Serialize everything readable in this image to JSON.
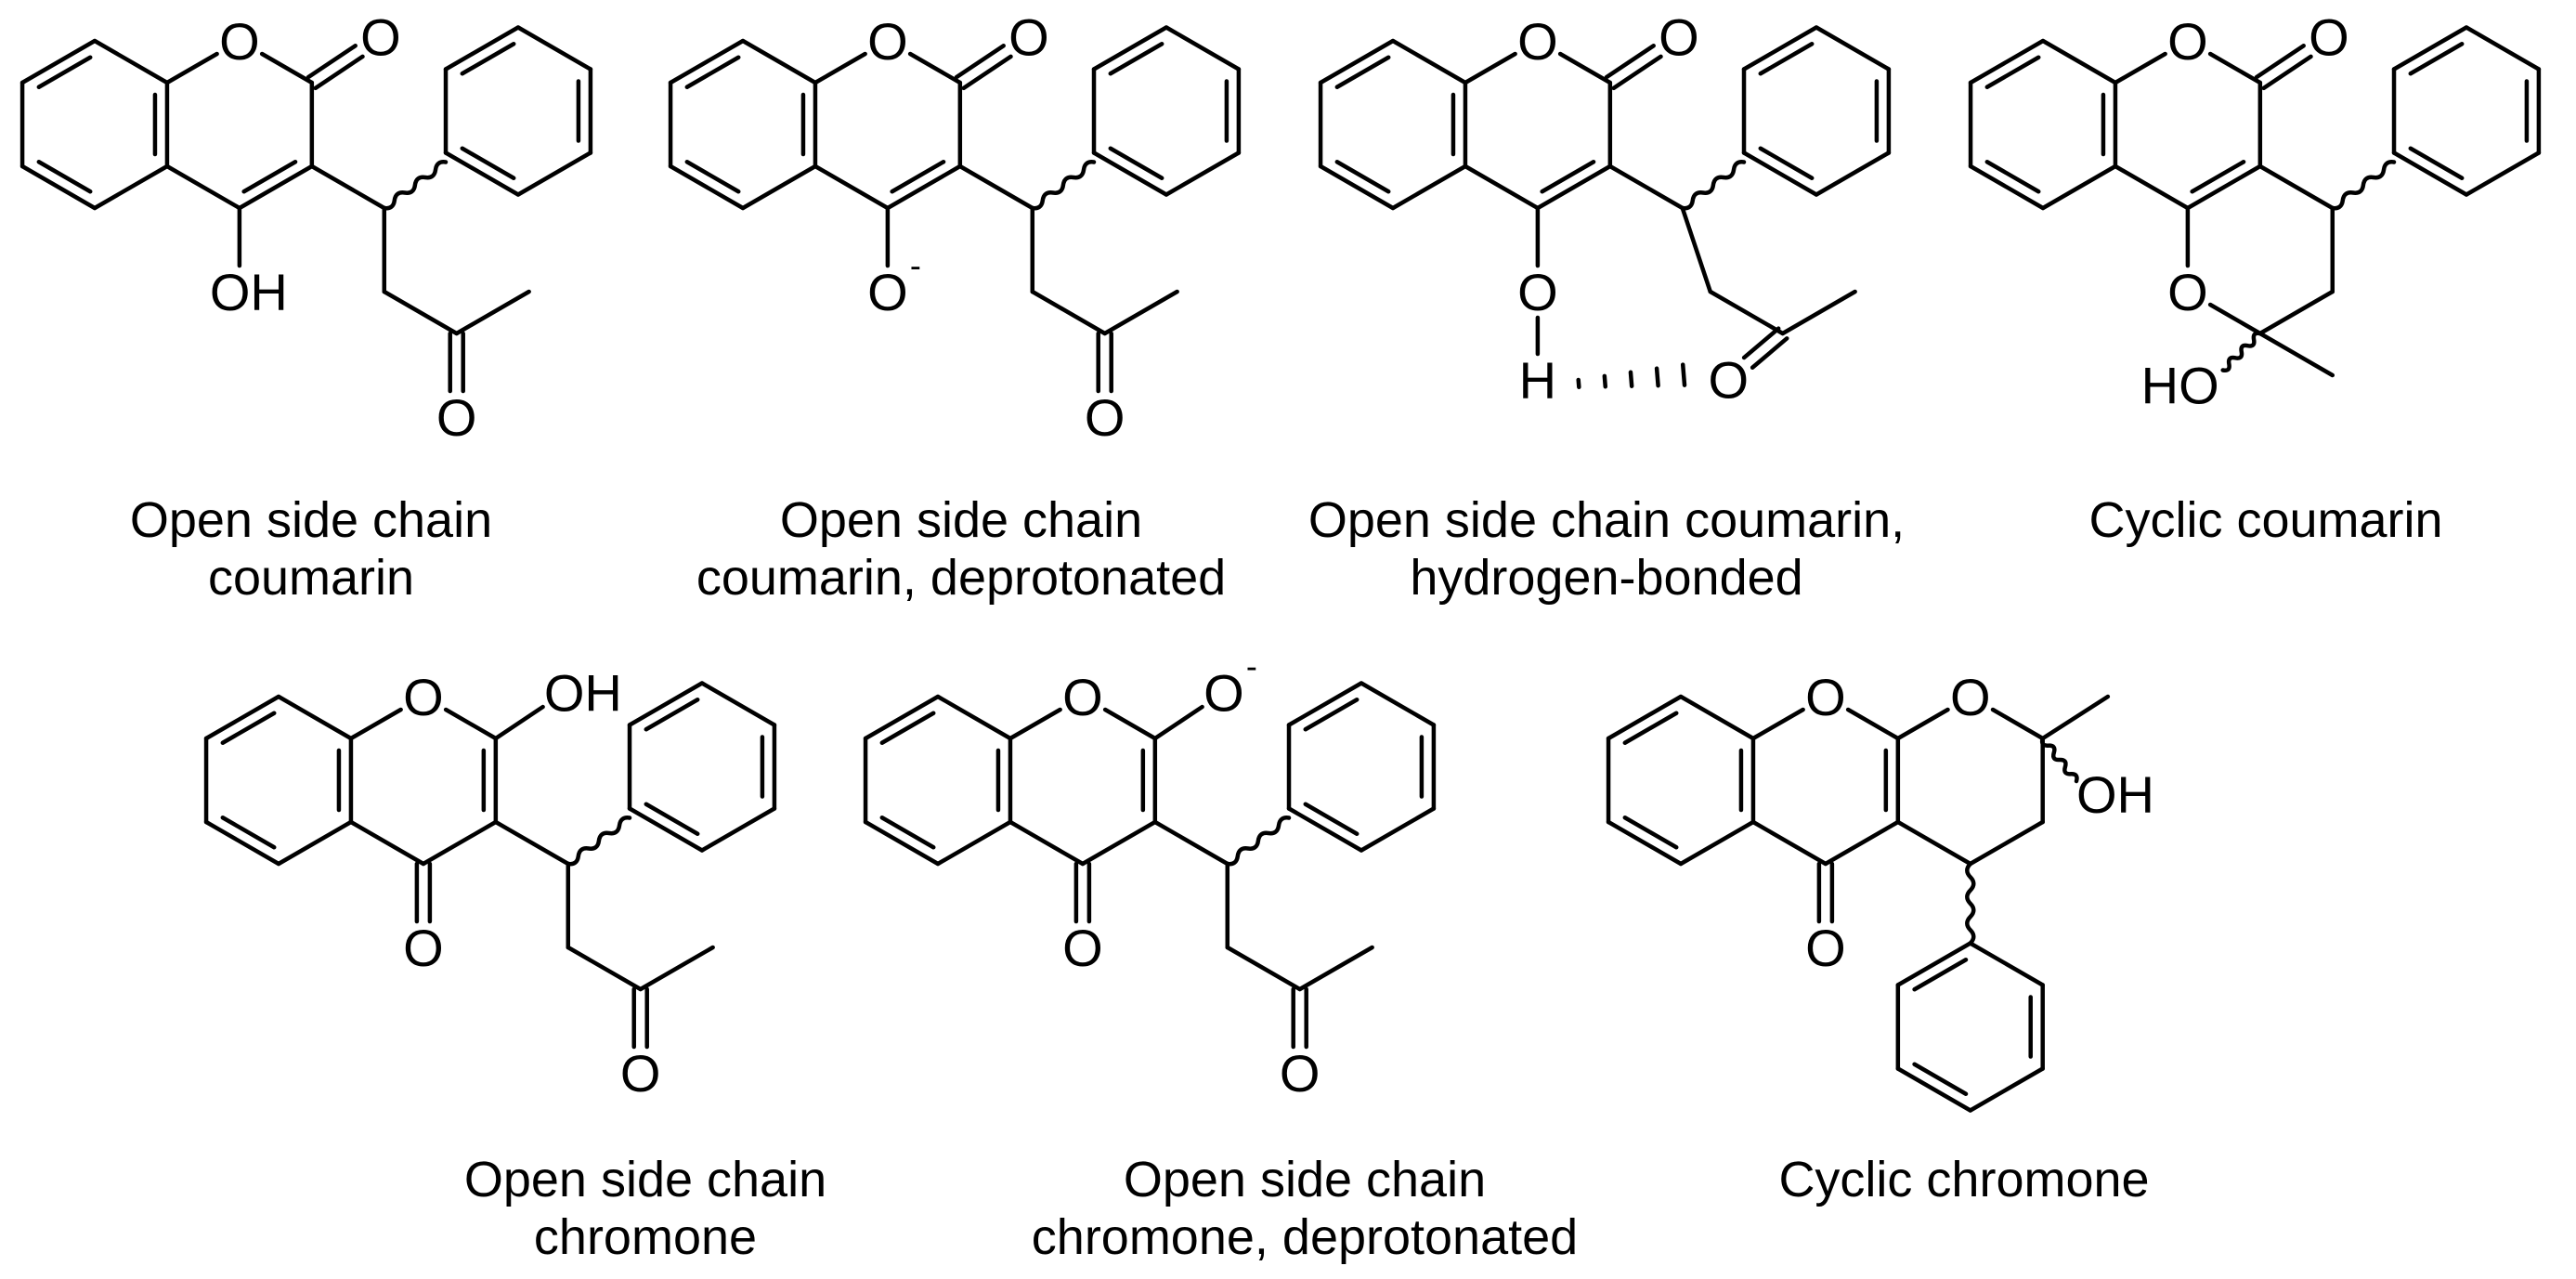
{
  "labels": {
    "oxygen": "O",
    "hydroxyl": "OH",
    "hydroxyl_left": "HO",
    "hydrogen": "H",
    "negative_charge": "-"
  },
  "structures": [
    {
      "caption": [
        "Open side chain",
        "coumarin"
      ]
    },
    {
      "caption": [
        "Open side chain",
        "coumarin, deprotonated"
      ]
    },
    {
      "caption": [
        "Open side chain coumarin,",
        "hydrogen-bonded"
      ]
    },
    {
      "caption": [
        "Cyclic coumarin"
      ]
    },
    {
      "caption": [
        "Open side chain",
        "chromone"
      ]
    },
    {
      "caption": [
        "Open side chain",
        "chromone, deprotonated"
      ]
    },
    {
      "caption": [
        "Cyclic chromone"
      ]
    }
  ]
}
